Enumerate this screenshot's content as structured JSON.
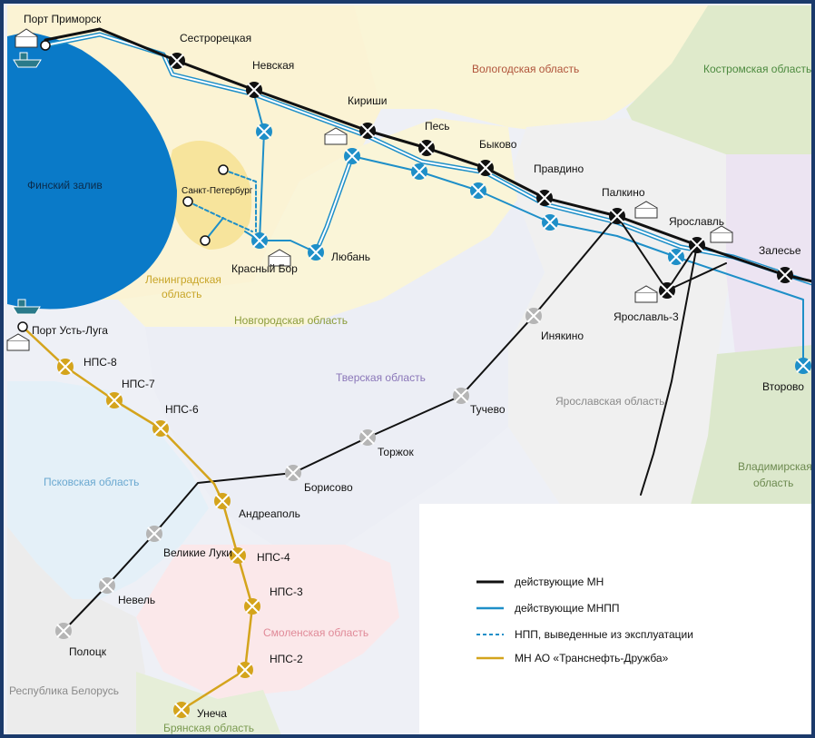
{
  "regions": [
    {
      "id": "vologda",
      "label": "Вологодская область",
      "color": "#b0533a"
    },
    {
      "id": "kostroma",
      "label": "Костромская область",
      "color": "#4c8a3f"
    },
    {
      "id": "finsky",
      "label": "Финский залив",
      "color": "#0b2b4a"
    },
    {
      "id": "leningrad",
      "label": "Ленинградская\nобласть",
      "color": "#c8a528"
    },
    {
      "id": "novgorod",
      "label": "Новгородская область",
      "color": "#8a9b3a"
    },
    {
      "id": "tver",
      "label": "Тверская область",
      "color": "#8a76b8"
    },
    {
      "id": "yaroslavl",
      "label": "Ярославская область",
      "color": "#8a8a8a"
    },
    {
      "id": "vladimir",
      "label": "Владимирская\nобласть",
      "color": "#6d8a50"
    },
    {
      "id": "pskov",
      "label": "Псковская область",
      "color": "#6aa8d0"
    },
    {
      "id": "smolensk",
      "label": "Смоленская область",
      "color": "#e08a98"
    },
    {
      "id": "belarus",
      "label": "Республика Белорусь",
      "color": "#8a8a8a"
    },
    {
      "id": "bryansk",
      "label": "Брянская область",
      "color": "#7a9a50"
    },
    {
      "id": "spb",
      "label": "Санкт-Петербург",
      "color": "#111111"
    }
  ],
  "ports": [
    {
      "id": "primorsk",
      "label": "Порт Приморск"
    },
    {
      "id": "ust_luga",
      "label": "Порт Усть-Луга"
    }
  ],
  "stations": {
    "black": [
      "Сестрорецкая",
      "Невская",
      "Кириши",
      "Песь",
      "Быково",
      "Правдино",
      "Палкино",
      "Ярославль",
      "Залесье",
      "Ярославль-3"
    ],
    "blue": [
      "Красный Бор",
      "Любань",
      "Второво"
    ],
    "gray": [
      "Инякино",
      "Тучево",
      "Торжок",
      "Борисово",
      "Великие Луки",
      "Невель",
      "Полоцк"
    ],
    "yellow": [
      "НПС-8",
      "НПС-7",
      "НПС-6",
      "Андреаполь",
      "НПС-4",
      "НПС-3",
      "НПС-2",
      "Унеча"
    ]
  },
  "legend": {
    "items": [
      {
        "label": "действующие МН",
        "color": "#111111",
        "style": "solid"
      },
      {
        "label": "действующие МНПП",
        "color": "#1e8fc8",
        "style": "solid"
      },
      {
        "label": "НПП, выведенные из эксплуатации",
        "color": "#1e8fc8",
        "style": "dashed"
      },
      {
        "label": "МН АО «Транснефть-Дружба»",
        "color": "#d4a41c",
        "style": "solid"
      }
    ]
  },
  "colors": {
    "mn_black": "#111111",
    "mnpp_blue": "#1e8fc8",
    "druzhba_yellow": "#d4a41c",
    "water": "#0a7ac8",
    "frame": "#1b3a6b"
  }
}
